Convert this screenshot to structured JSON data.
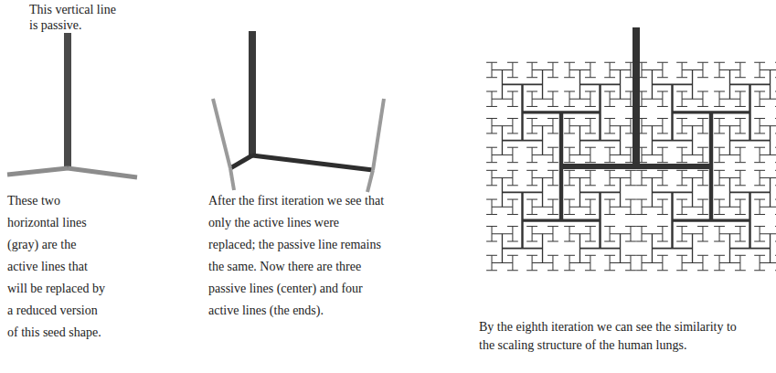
{
  "diagram": {
    "labels": [
      "This vertical line is passive.",
      "These two horizontal lines (gray) are the active lines that will be replaced by a reduced version of this seed shape.",
      "After the first iteration we see that only the active lines were replaced; the passive line remains the same. Now there are three passive lines (center) and four active lines (the ends).",
      "By the eighth iteration we can see the similarity to the scaling structure of the human lungs."
    ]
  }
}
